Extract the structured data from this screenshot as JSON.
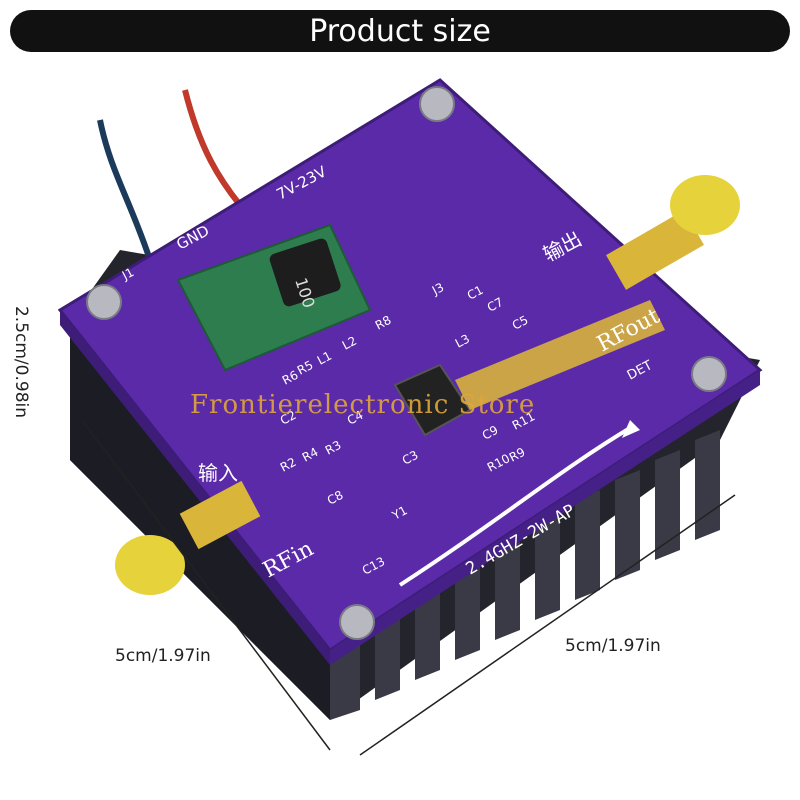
{
  "banner": {
    "title": "Product size"
  },
  "dimensions": {
    "height": "2.5cm/0.98in",
    "width_left": "5cm/1.97in",
    "width_right": "5cm/1.97in"
  },
  "watermark": "Frontierelectronic Store",
  "board": {
    "model": "2.4GHZ-2W-AP",
    "rf_in": "RFin",
    "rf_out": "RFout",
    "input_cn": "输入",
    "output_cn": "输出",
    "voltage": "7V-23V",
    "gnd": "GND",
    "det": "DET",
    "inductor": "100",
    "ref_labels": [
      "R5",
      "L1",
      "L2",
      "R8",
      "R6",
      "C2",
      "R2",
      "R4",
      "R3",
      "C4",
      "C8",
      "C13",
      "C5",
      "C7",
      "C1",
      "L3",
      "R10",
      "R9",
      "R11",
      "C9",
      "J3",
      "J1",
      "Y1",
      "C3"
    ]
  },
  "colors": {
    "pcb": "#5b2aa8",
    "heatsink": "#2a2a33",
    "connector": "#d9b53a",
    "banner": "#111111"
  }
}
